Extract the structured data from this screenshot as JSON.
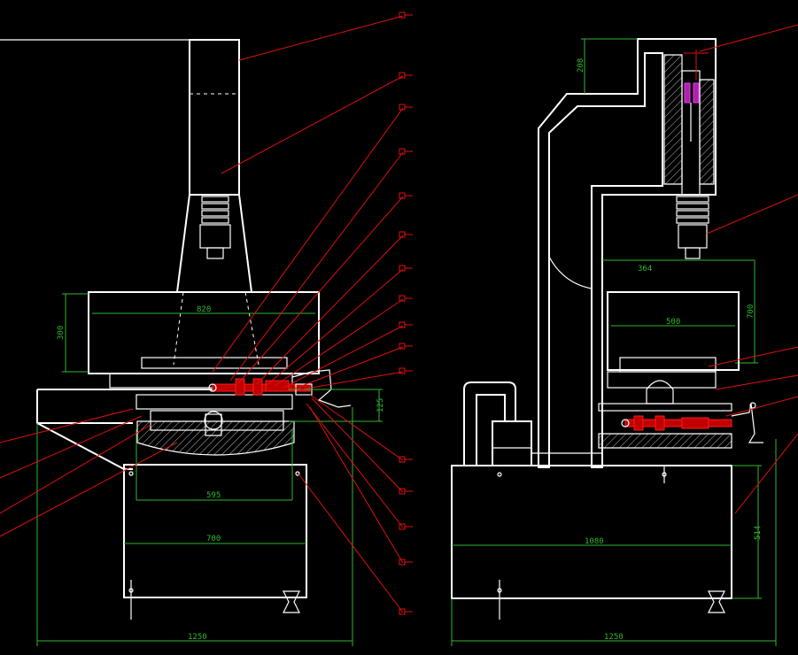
{
  "dimensions": {
    "left": {
      "d820": "820",
      "d300": "300",
      "d125": "125",
      "d595": "595",
      "d700": "700",
      "d1250": "1250"
    },
    "right": {
      "d208": "208",
      "d364": "364",
      "d700": "700",
      "d500": "500",
      "d1080": "1080",
      "d514": "514",
      "d1250": "1250"
    }
  },
  "colors": {
    "background": "#000000",
    "outline": "#ffffff",
    "dimension": "#2fb82f",
    "leader": "#e01010",
    "highlight": "#b020b0"
  }
}
